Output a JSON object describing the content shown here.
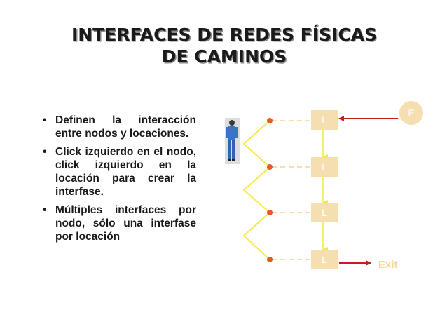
{
  "title": {
    "line1": "INTERFACES DE REDES FÍSICAS",
    "line2": "DE CAMINOS"
  },
  "bullets": [
    "Definen la interacción entre nodos y locaciones.",
    "Click izquierdo en el nodo, click izquierdo en la locación para crear la interfase.",
    "Múltiples interfaces por nodo, sólo una interfase por locación"
  ],
  "diagram": {
    "location_labels": [
      "L",
      "L",
      "L",
      "L"
    ],
    "entry_label": "E",
    "exit_label": "Exit",
    "icons": {
      "operator": "operator-person-icon"
    },
    "colors": {
      "location_box": "#f5deb0",
      "node_dot": "#e8572a",
      "node_connector": "#f3ea4a",
      "arrow": "#cc1a1a",
      "flow_arrow": "#f2e93f",
      "entry_circle": "#f5deb0",
      "exit_text": "#f2d79a",
      "dashed_line": "#f5deb0"
    }
  }
}
